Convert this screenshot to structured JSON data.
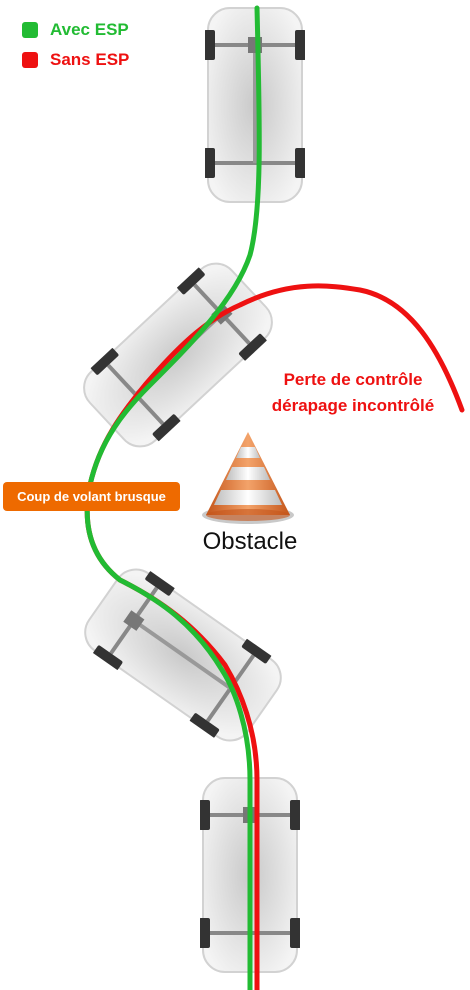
{
  "legend": {
    "with_esp": "Avec ESP",
    "without_esp": "Sans ESP"
  },
  "callout": {
    "label": "Coup de volant brusque"
  },
  "loss_of_control": {
    "line1": "Perte de contrôle",
    "line2": "dérapage incontrôlé"
  },
  "obstacle": {
    "label": "Obstacle"
  },
  "colors": {
    "with_esp": "#22bb33",
    "without_esp": "#ee1111",
    "callout_bg": "#ee6a00",
    "cone_orange": "#e8771e",
    "car_body": "#e6e6e6"
  }
}
